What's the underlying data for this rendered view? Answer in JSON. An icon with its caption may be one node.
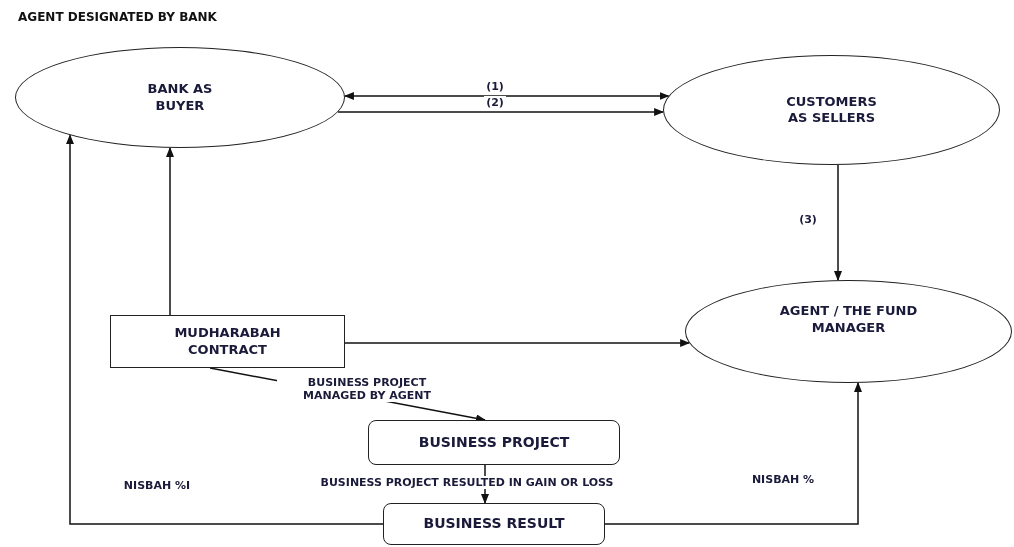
{
  "diagram": {
    "title": "AGENT DESIGNATED BY BANK",
    "nodes": [
      {
        "text": [
          "BANK AS BUYER"
        ]
      },
      {
        "text": [
          "CUSTOMERS AS SELLERS"
        ]
      },
      {
        "text": [
          "AGENT / THE FUND MANAGER"
        ]
      },
      {
        "text": [
          "MUDHARABAH CONTRACT"
        ]
      },
      {
        "text": [
          "BUSINESS PROJECT"
        ]
      },
      {
        "text": [
          "BUSINESS RESULT"
        ]
      }
    ],
    "edges": [
      {
        "from": 0,
        "to": 1,
        "arrow": "both",
        "label": "(1)"
      },
      {
        "from": 0,
        "to": 1,
        "arrow": "to",
        "label": "(2)"
      },
      {
        "from": 1,
        "to": 2,
        "arrow": "to",
        "label": "(3)"
      },
      {
        "from": 3,
        "to": 0,
        "arrow": "to"
      },
      {
        "from": 3,
        "to": 2,
        "arrow": "to"
      },
      {
        "from": 3,
        "to": 4,
        "arrow": "to",
        "label": "BUSINESS PROJECT MANAGED BY AGENT"
      },
      {
        "from": 4,
        "to": 5,
        "arrow": "to",
        "label": "BUSINESS PROJECT RESULTED IN GAIN OR LOSS"
      },
      {
        "from": 5,
        "to": 0,
        "arrow": "to",
        "label": "NISBAH %I"
      },
      {
        "from": 5,
        "to": 2,
        "arrow": "to",
        "label": "NISBAH %"
      }
    ]
  }
}
